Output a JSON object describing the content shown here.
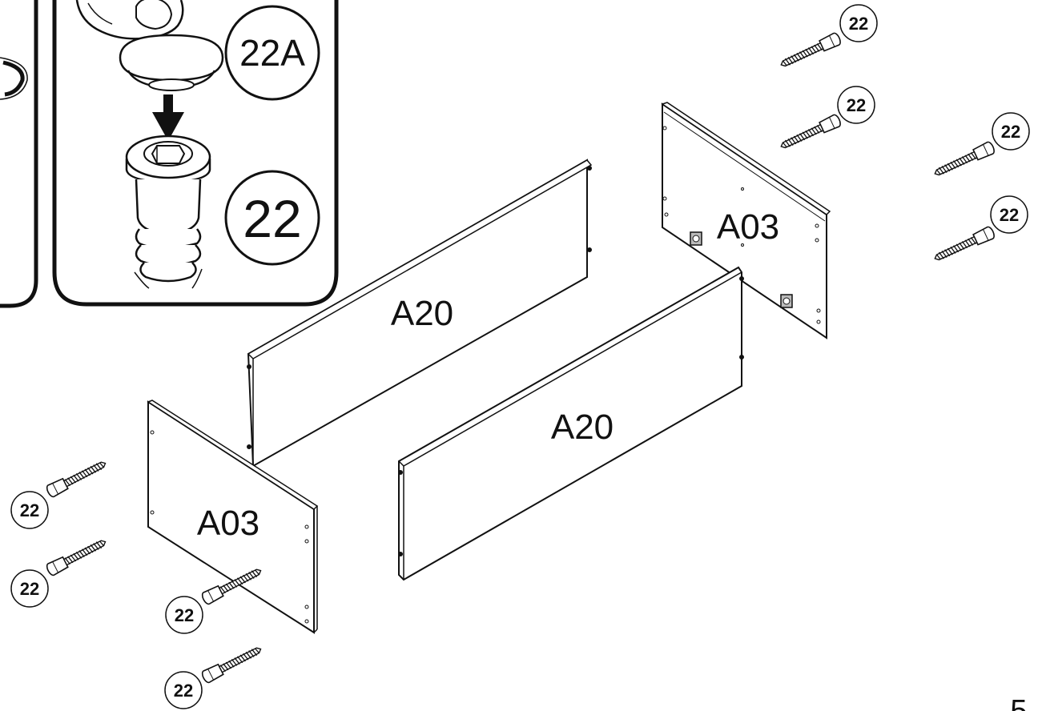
{
  "parts": {
    "side_left": "A03",
    "side_right": "A03",
    "rail_back": "A20",
    "rail_front": "A20"
  },
  "inset": {
    "label_cap": "22A",
    "label_fitting": "22"
  },
  "callouts": {
    "fitting": "22"
  },
  "page_number": "5"
}
